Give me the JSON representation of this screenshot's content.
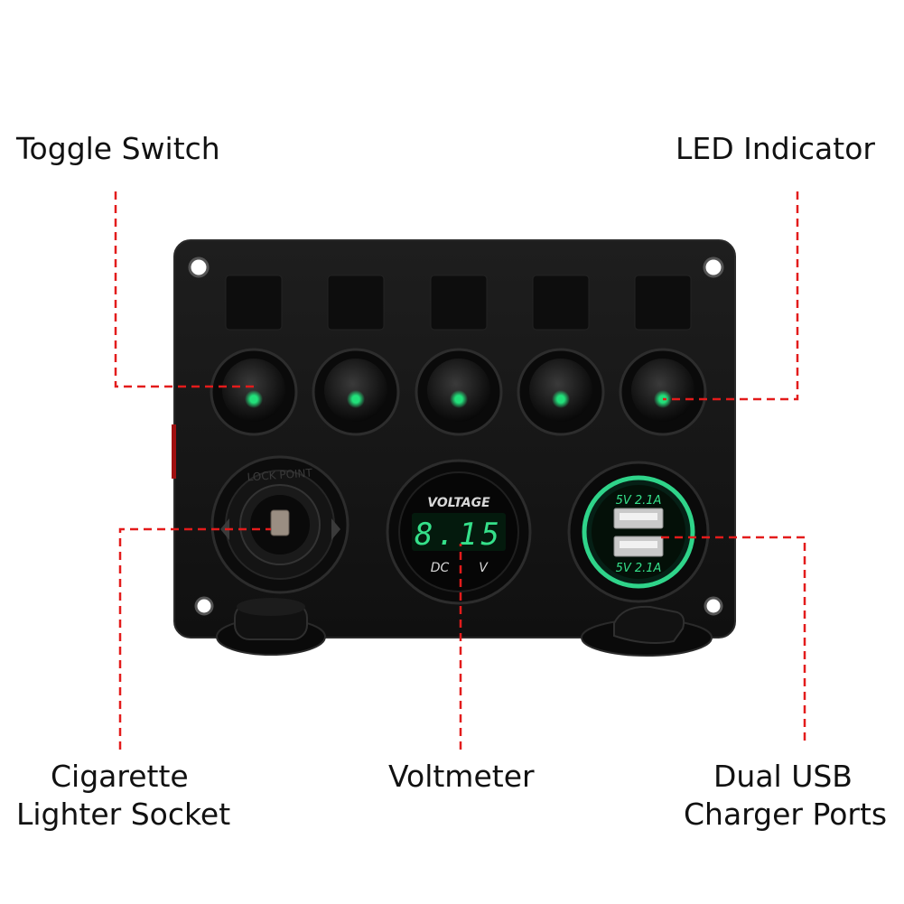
{
  "labels": {
    "toggle_switch": "Toggle Switch",
    "led_indicator": "LED Indicator",
    "cigarette_line1": "Cigarette",
    "cigarette_line2": "Lighter Socket",
    "voltmeter": "Voltmeter",
    "usb_line1": "Dual USB",
    "usb_line2": "Charger Ports"
  },
  "voltmeter": {
    "title": "VOLTAGE",
    "reading": "8.15",
    "left_unit": "DC",
    "right_unit": "V"
  },
  "socket": {
    "ring_text": "LOCK POINT"
  },
  "usb": {
    "port_top": "5V 2.1A",
    "port_bottom": "5V 2.1A"
  },
  "colors": {
    "leader_line": "#e31b1b",
    "led": "#22e07a",
    "display": "#35e08a",
    "panel": "#151515"
  }
}
